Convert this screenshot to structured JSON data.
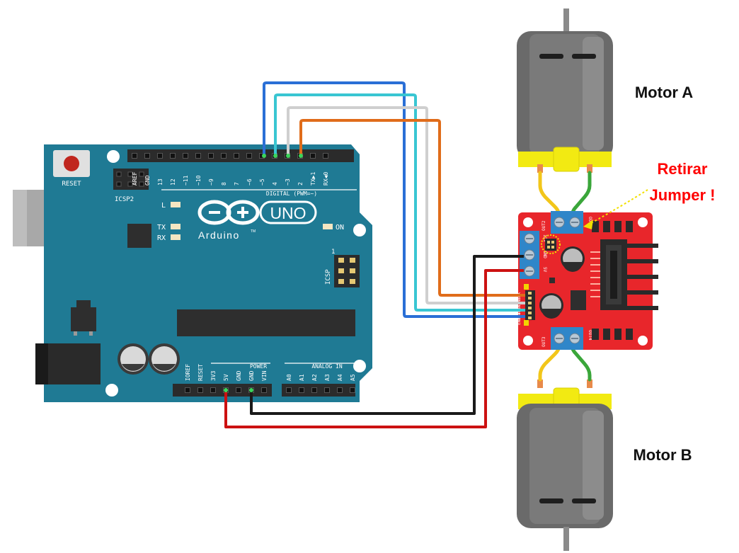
{
  "diagram": {
    "labels": {
      "motor_a": "Motor A",
      "motor_b": "Motor B",
      "callout_line1": "Retirar",
      "callout_line2": "Jumper !"
    },
    "arduino": {
      "brand": "Arduino",
      "trademark": "TM",
      "model": "UNO",
      "reset": "RESET",
      "icsp2": "ICSP2",
      "icsp": "ICSP",
      "icsp_pin1": "1",
      "led_l": "L",
      "led_tx": "TX",
      "led_rx": "RX",
      "led_on": "ON",
      "digital_header": "DIGITAL (PWM=~)",
      "power_header": "POWER",
      "analog_header": "ANALOG IN",
      "digital_pins": [
        "AREF",
        "GND",
        "13",
        "12",
        "~11",
        "~10",
        "~9",
        "8",
        "7",
        "~6",
        "~5",
        "4",
        "~3",
        "2",
        "TX▶1",
        "RX◀0"
      ],
      "power_pins": [
        "IOREF",
        "RESET",
        "3V3",
        "5V",
        "GND",
        "GND",
        "VIN"
      ],
      "analog_pins": [
        "A0",
        "A1",
        "A2",
        "A3",
        "A4",
        "A5"
      ]
    },
    "driver": {
      "out1": "OUT1",
      "out2": "OUT2",
      "out3": "OUT3",
      "out4": "OUT4",
      "v12": "12V",
      "gnd": "GND",
      "v5": "5V",
      "control_pins": [
        "ENA",
        "IN1",
        "IN2",
        "IN3",
        "IN4",
        "ENB"
      ]
    },
    "colors": {
      "board": "#1f7a94",
      "driver": "#e8262b",
      "terminal": "#2f86c9",
      "motor_body": "#6a6a6a",
      "motor_cap": "#f2ea12",
      "callout": "#ff0000",
      "wire_blue": "#2a6fd6",
      "wire_cyan": "#39c6d2",
      "wire_gray": "#cfcfcf",
      "wire_orange": "#e06c1a",
      "wire_black": "#1a1a1a",
      "wire_red": "#cc1111",
      "wire_yellow": "#f2c61a",
      "wire_green": "#3aa63a"
    }
  }
}
